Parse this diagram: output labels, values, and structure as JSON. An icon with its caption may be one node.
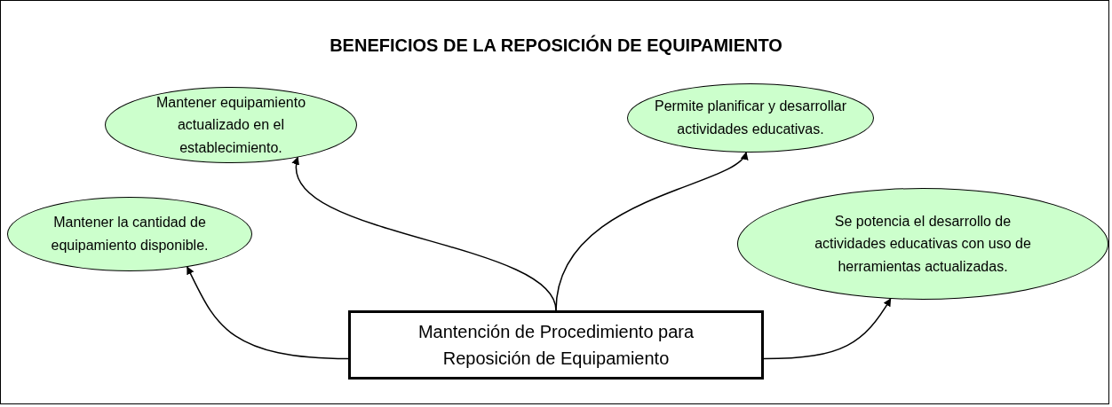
{
  "diagram": {
    "title": "BENEFICIOS DE LA REPOSICIÓN DE EQUIPAMIENTO",
    "nodes": [
      {
        "text": [
          "Mantener equipamiento actualizado en el establecimiento."
        ]
      },
      {
        "text": [
          "Permite planificar y desarrollar actividades educativas."
        ]
      },
      {
        "text": [
          "Mantener la cantidad de equipamiento disponible."
        ]
      },
      {
        "text": [
          "Se potencia el desarrollo de actividades educativas con uso de herramientas actualizadas."
        ]
      },
      {
        "text": [
          "Mantención de Procedimiento para Reposición de Equipamiento"
        ]
      }
    ],
    "edges": [
      {
        "from": 4,
        "to": 0,
        "arrow": "to"
      },
      {
        "from": 4,
        "to": 1,
        "arrow": "to"
      },
      {
        "from": 4,
        "to": 2,
        "arrow": "to"
      },
      {
        "from": 4,
        "to": 3,
        "arrow": "to"
      }
    ]
  }
}
